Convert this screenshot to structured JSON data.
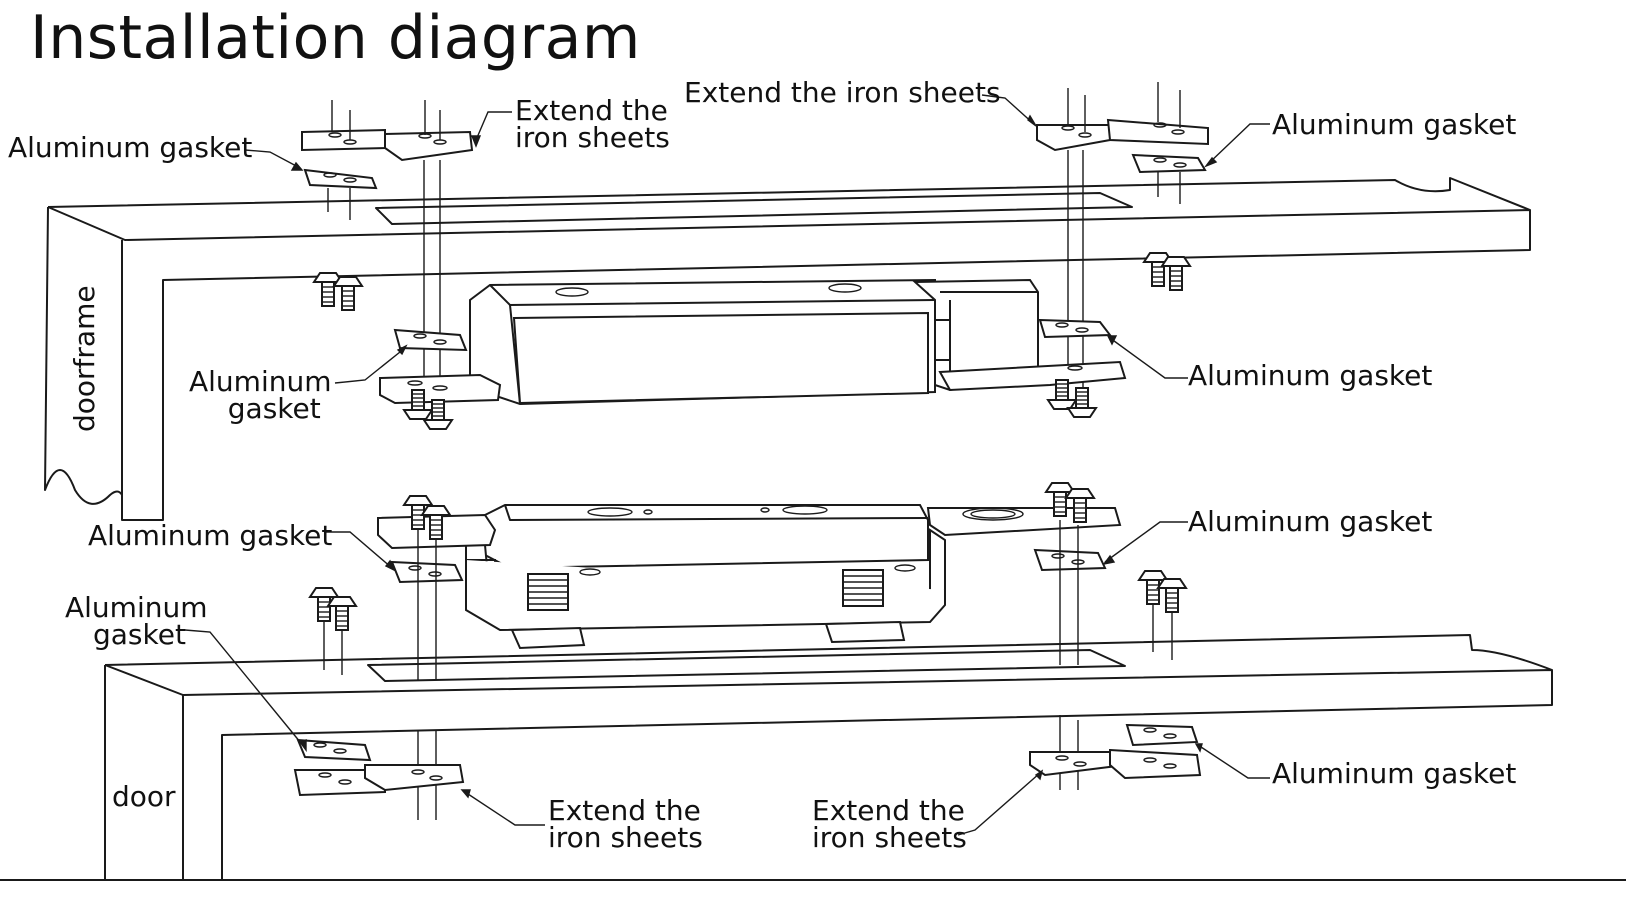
{
  "title": "Installation diagram",
  "labels": {
    "top_left_gasket": "Aluminum gasket",
    "top_left_iron_1": "Extend the",
    "top_left_iron_2": "iron sheets",
    "top_right_iron": "Extend the iron sheets",
    "top_right_gasket": "Aluminum gasket",
    "doorframe": "doorframe",
    "mid_left_gasket_1": "Aluminum",
    "mid_left_gasket_2": "gasket",
    "mid_right_gasket": "Aluminum gasket",
    "lower_left_gasket": "Aluminum gasket",
    "lower_right_gasket": "Aluminum gasket",
    "bottom_left_gasket_1": "Aluminum",
    "bottom_left_gasket_2": "gasket",
    "door": "door",
    "bottom_iron_left_1": "Extend the",
    "bottom_iron_left_2": "iron sheets",
    "bottom_iron_right_1": "Extend the",
    "bottom_iron_right_2": "iron sheets",
    "bottom_right_gasket": "Aluminum gasket"
  },
  "colors": {
    "line": "#1a1a1a",
    "background": "#ffffff"
  }
}
